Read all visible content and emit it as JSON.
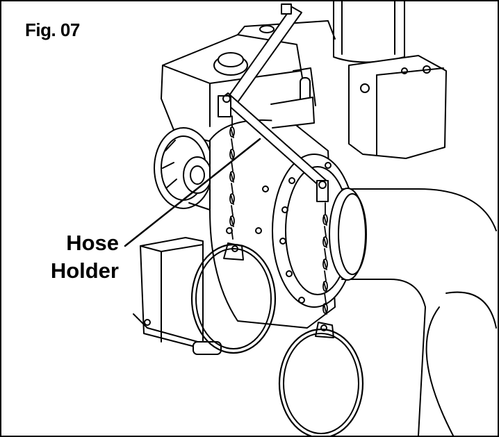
{
  "figure": {
    "label": "Fig. 07",
    "callout": {
      "line1": "Hose",
      "line2": "Holder"
    }
  },
  "colors": {
    "ink": "#000000",
    "paper": "#ffffff"
  }
}
